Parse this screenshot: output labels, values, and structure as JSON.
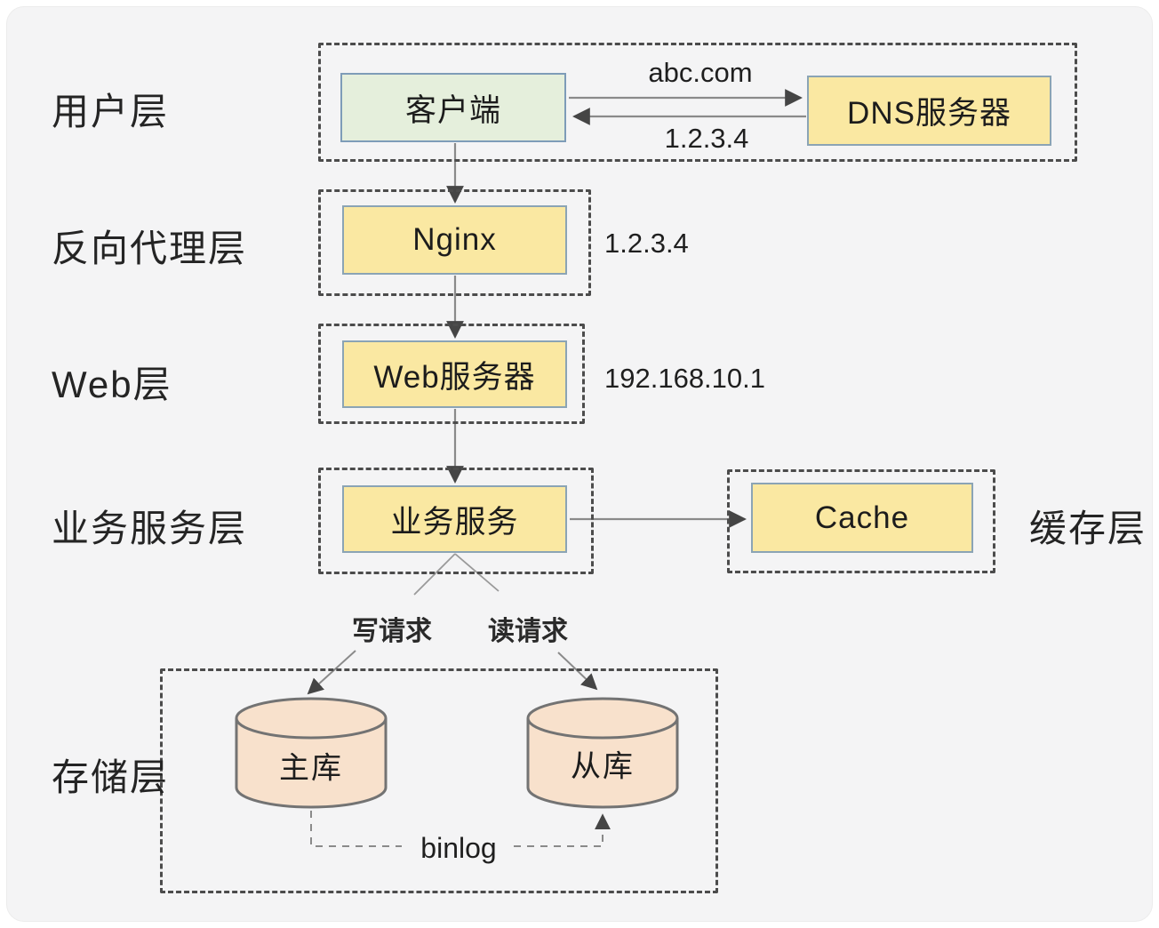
{
  "diagram": {
    "title_implicit": "",
    "layer_labels": {
      "user_layer": "用户层",
      "proxy_layer": "反向代理层",
      "web_layer": "Web层",
      "service_layer": "业务服务层",
      "cache_layer": "缓存层",
      "storage_layer": "存储层"
    },
    "nodes": {
      "client": "客户端",
      "dns_server": "DNS服务器",
      "nginx": "Nginx",
      "web_server": "Web服务器",
      "service": "业务服务",
      "cache": "Cache",
      "master_db": "主库",
      "slave_db": "从库"
    },
    "annotations": {
      "dns_query": "abc.com",
      "dns_answer": "1.2.3.4",
      "nginx_ip": "1.2.3.4",
      "web_server_ip": "192.168.10.1",
      "write_request": "写请求",
      "read_request": "读请求",
      "replication": "binlog"
    },
    "colors": {
      "panel_bg": "#f4f4f5",
      "node_yellow": "#fae8a2",
      "node_green": "#e5efdc",
      "node_border": "#8ba4b5",
      "db_fill": "#f8e1cc",
      "db_stroke": "#737373",
      "dashed_border": "#4c4c4c",
      "arrow": "#8a8a8a",
      "arrowhead": "#454545"
    }
  }
}
